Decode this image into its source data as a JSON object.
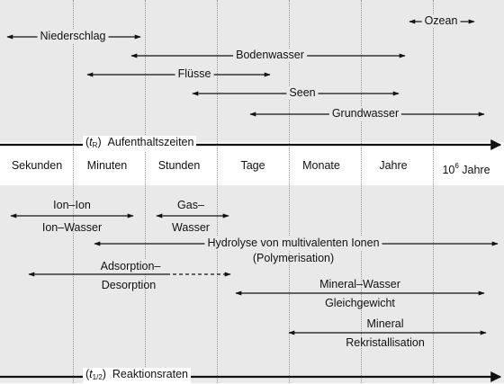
{
  "colors": {
    "band": "#e9e9e9",
    "line": "#111111",
    "grid": "#9a9a9a"
  },
  "top_axis": {
    "symbol": "t",
    "symbol_sub": "R",
    "title": "Aufenthaltszeiten"
  },
  "bottom_axis": {
    "symbol": "t",
    "symbol_sub": "1/2",
    "title": "Reaktionsraten"
  },
  "ticks": {
    "sekunden": "Sekunden",
    "minuten": "Minuten",
    "stunden": "Stunden",
    "tage": "Tage",
    "monate": "Monate",
    "jahre": "Jahre",
    "jahre106_base": "10",
    "jahre106_exp": "6",
    "jahre106_unit": "Jahre"
  },
  "residence": {
    "ozean": "Ozean",
    "niederschlag": "Niederschlag",
    "bodenwasser": "Bodenwasser",
    "fluesse": "Flüsse",
    "seen": "Seen",
    "grundwasser": "Grundwasser"
  },
  "reactions": {
    "ion_ion": "Ion–Ion",
    "ion_wasser": "Ion–Wasser",
    "gas": "Gas–",
    "gas_wasser": "Wasser",
    "hydrolyse": "Hydrolyse von multivalenten Ionen",
    "polymerisation": "(Polymerisation)",
    "adsorption": "Adsorption–",
    "desorption": "Desorption",
    "mineral_wasser": "Mineral–Wasser",
    "gleichgewicht": "Gleichgewicht",
    "mineral": "Mineral",
    "rekristallisation": "Rekristallisation"
  }
}
